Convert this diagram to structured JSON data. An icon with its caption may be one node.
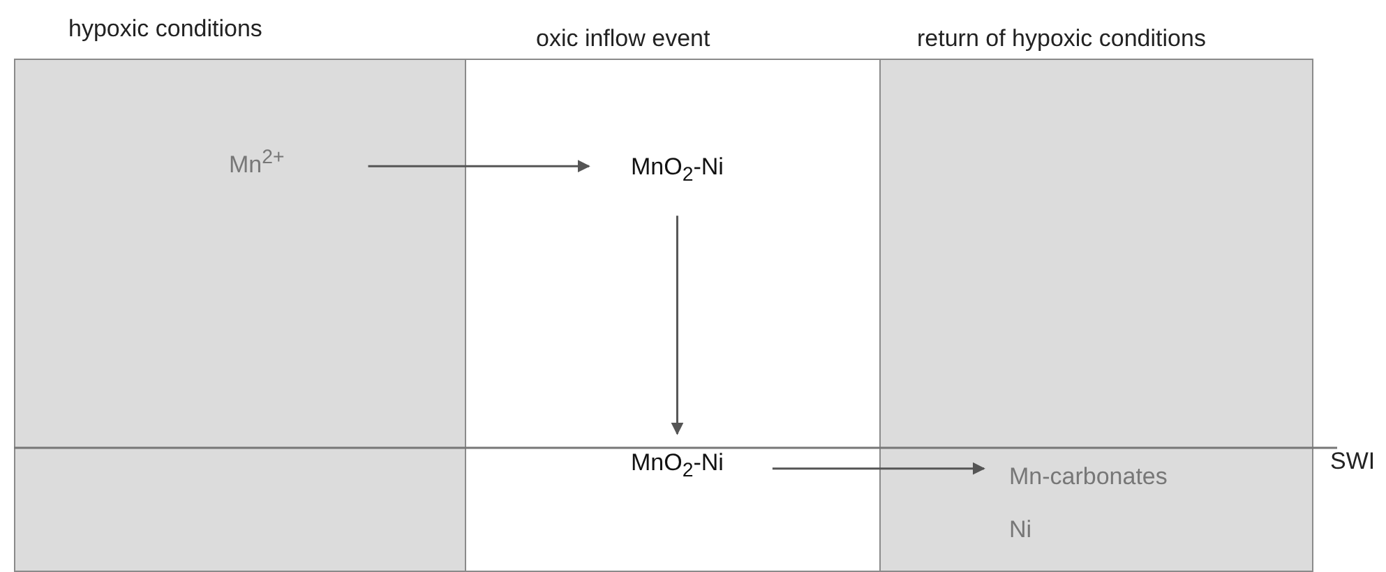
{
  "diagram": {
    "nodes": [
      {
        "text": [
          "hypoxic conditions"
        ]
      },
      {
        "text": [
          "oxic inflow event"
        ]
      },
      {
        "text": [
          "return of hypoxic conditions"
        ]
      },
      {
        "text": [
          "Mn$^{2+}$"
        ],
        "in": 0
      },
      {
        "text": [
          "MnO$_{2}$-Ni"
        ],
        "in": 1
      },
      {
        "text": [
          "MnO$_{2}$-Ni"
        ],
        "in": 1
      },
      {
        "text": [
          "Mn-carbonates",
          "Ni"
        ],
        "in": 2
      }
    ],
    "edges": [
      {
        "from": 3,
        "to": 4,
        "arrow": "to"
      },
      {
        "from": 4,
        "to": 5,
        "arrow": "to"
      },
      {
        "from": 5,
        "to": 6,
        "arrow": "to"
      }
    ],
    "labels": [
      "SWI"
    ]
  }
}
